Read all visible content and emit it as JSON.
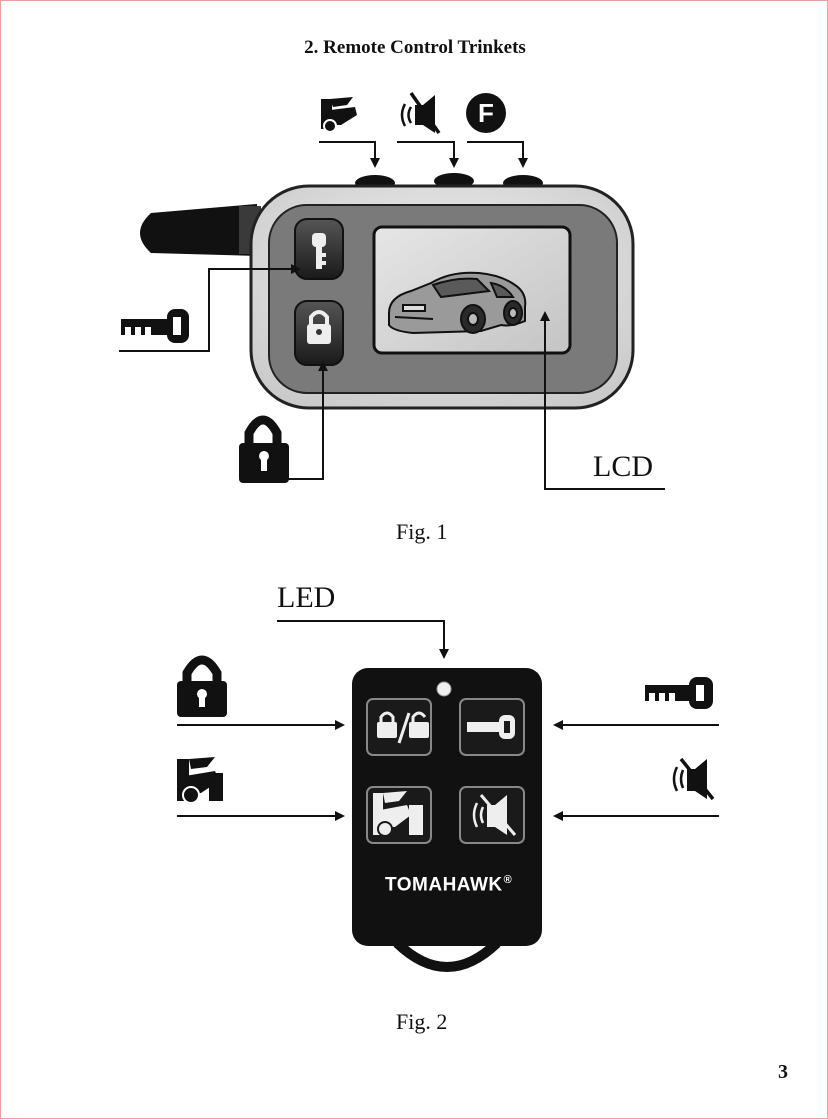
{
  "page": {
    "title": "2.   Remote Control Trinkets",
    "page_number": "3"
  },
  "figure1": {
    "caption": "Fig. 1",
    "lcd_label": "LCD",
    "icons": [
      "trunk-icon",
      "siren-mute-icon",
      "function-f-icon",
      "key-icon",
      "lock-icon"
    ],
    "function_button_letter": "F"
  },
  "figure2": {
    "caption": "Fig. 2",
    "led_label": "LED",
    "brand": "TOMAHAWK",
    "brand_mark": "®",
    "icons": [
      "lock-icon",
      "trunk-icon",
      "key-icon",
      "siren-mute-icon"
    ]
  }
}
